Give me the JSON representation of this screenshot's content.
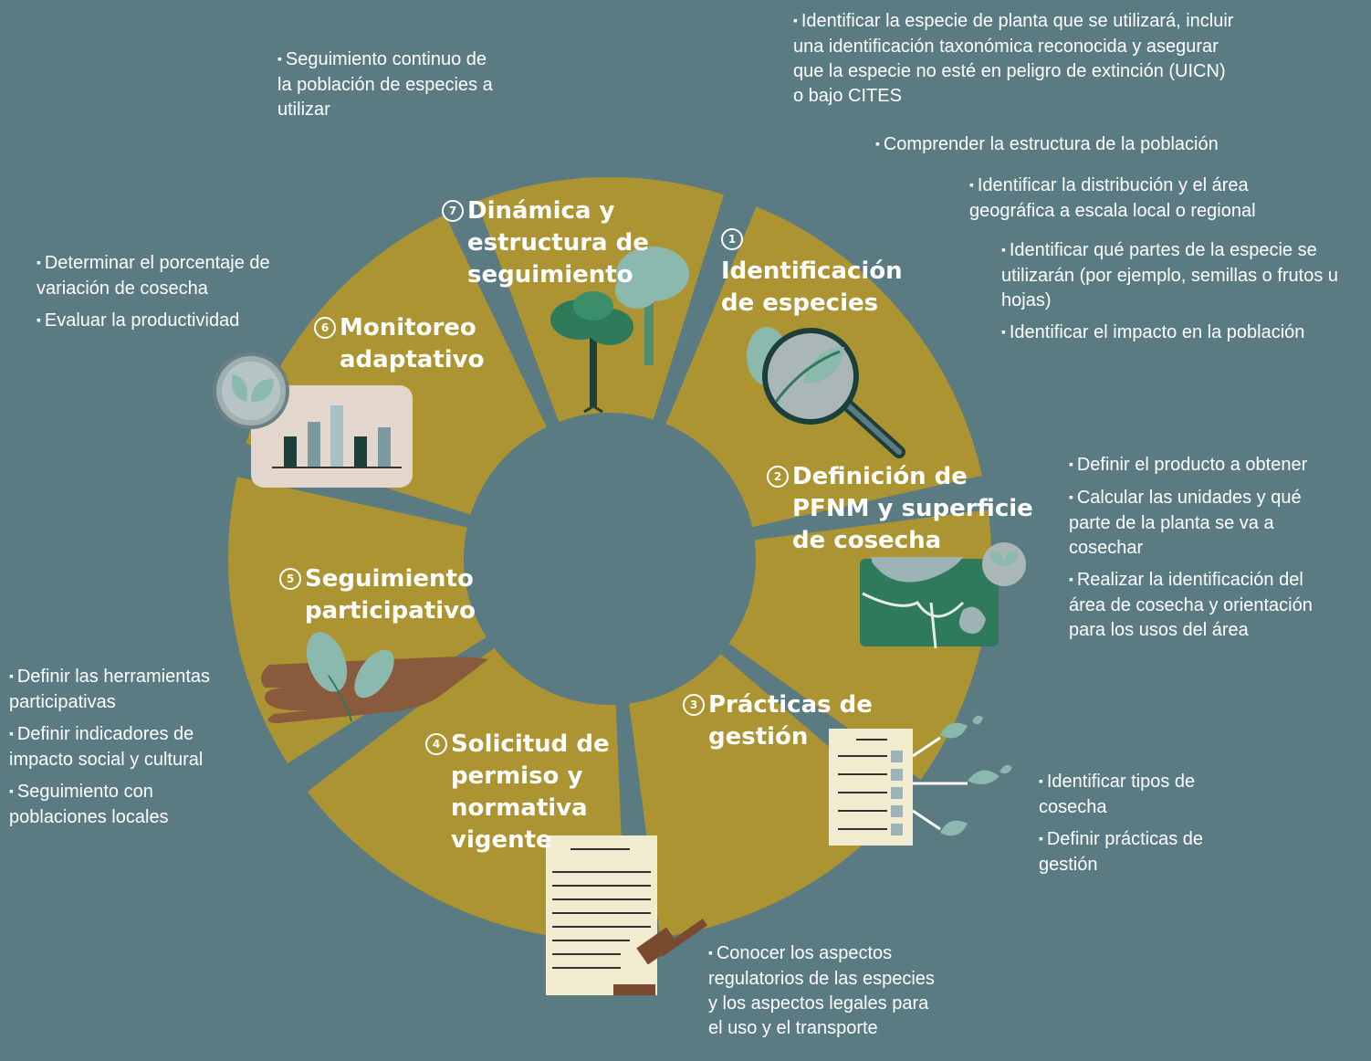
{
  "stages": [
    {
      "number": "1",
      "lines": [
        "Identificación",
        "de especies"
      ]
    },
    {
      "number": "2",
      "lines": [
        "Definición de",
        "PFNM y superficie",
        "de cosecha"
      ]
    },
    {
      "number": "3",
      "lines": [
        "Prácticas de",
        "gestión"
      ]
    },
    {
      "number": "4",
      "lines": [
        "Solicitud de",
        "permiso y",
        "normativa",
        "vigente"
      ]
    },
    {
      "number": "5",
      "lines": [
        "Seguimiento",
        "participativo"
      ]
    },
    {
      "number": "6",
      "lines": [
        "Monitoreo",
        "adaptativo"
      ]
    },
    {
      "number": "7",
      "lines": [
        "Dinámica y",
        "estructura de",
        "seguimiento"
      ]
    }
  ],
  "notes": {
    "top_center": [
      "Seguimiento continuo de la población de especies a utilizar"
    ],
    "top_right": [
      "Identificar la especie de planta que se utilizará, incluir una identificación taxonómica reconocida y asegurar que la especie no esté en peligro de extinción (UICN) o bajo CITES"
    ],
    "right_1": [
      "Comprender la estructura de la población"
    ],
    "right_2": [
      "Identificar la distribución y el área geográfica a escala local o regional"
    ],
    "right_3": [
      "Identificar qué partes de la especie se utilizarán (por ejemplo, semillas o frutos u hojas)",
      "Identificar el impacto en la población"
    ],
    "right_mid": [
      "Definir el producto a obtener",
      "Calcular las unidades y qué parte de la planta se va a cosechar",
      "Realizar la identificación del área de cosecha y orientación para los usos del área"
    ],
    "right_low": [
      "Identificar tipos de cosecha",
      "Definir prácticas de gestión"
    ],
    "bottom": [
      "Conocer los aspectos regulatorios de las especies y los aspectos legales para el uso y el transporte"
    ],
    "left_top": [
      "Determinar el porcentaje de variación de cosecha",
      "Evaluar la productividad"
    ],
    "left_low": [
      "Definir las herramientas participativas",
      "Definir indicadores de impacto social y cultural",
      "Seguimiento con poblaciones locales"
    ]
  },
  "colors": {
    "background": "#5b7b83",
    "ring": "#ad9432",
    "icon_green": "#2f7a5a",
    "icon_light": "#8bb9ad",
    "paper": "#f1ebd0",
    "hand": "#8a5a3c"
  }
}
